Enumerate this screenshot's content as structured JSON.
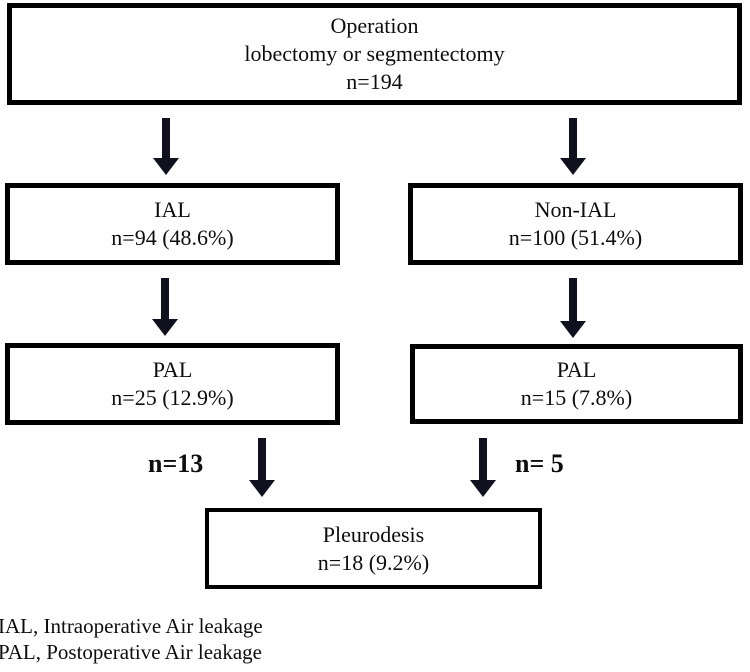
{
  "colors": {
    "border": "#000000",
    "arrow": "#10101e",
    "text": "#0d0d0d",
    "background": "#ffffff"
  },
  "boxes": {
    "operation": {
      "lines": [
        "Operation",
        "lobectomy or segmentectomy",
        "n=194"
      ]
    },
    "ial": {
      "lines": [
        "IAL",
        "n=94 (48.6%)"
      ]
    },
    "non_ial": {
      "lines": [
        "Non-IAL",
        "n=100 (51.4%)"
      ]
    },
    "pal_left": {
      "lines": [
        "PAL",
        "n=25 (12.9%)"
      ]
    },
    "pal_right": {
      "lines": [
        "PAL",
        "n=15 (7.8%)"
      ]
    },
    "pleurodesis": {
      "lines": [
        "Pleurodesis",
        "n=18 (9.2%)"
      ]
    }
  },
  "edge_labels": {
    "left": "n=13",
    "right": "n= 5"
  },
  "legend": {
    "lines": [
      "IAL, Intraoperative Air leakage",
      "PAL, Postoperative Air leakage"
    ]
  }
}
